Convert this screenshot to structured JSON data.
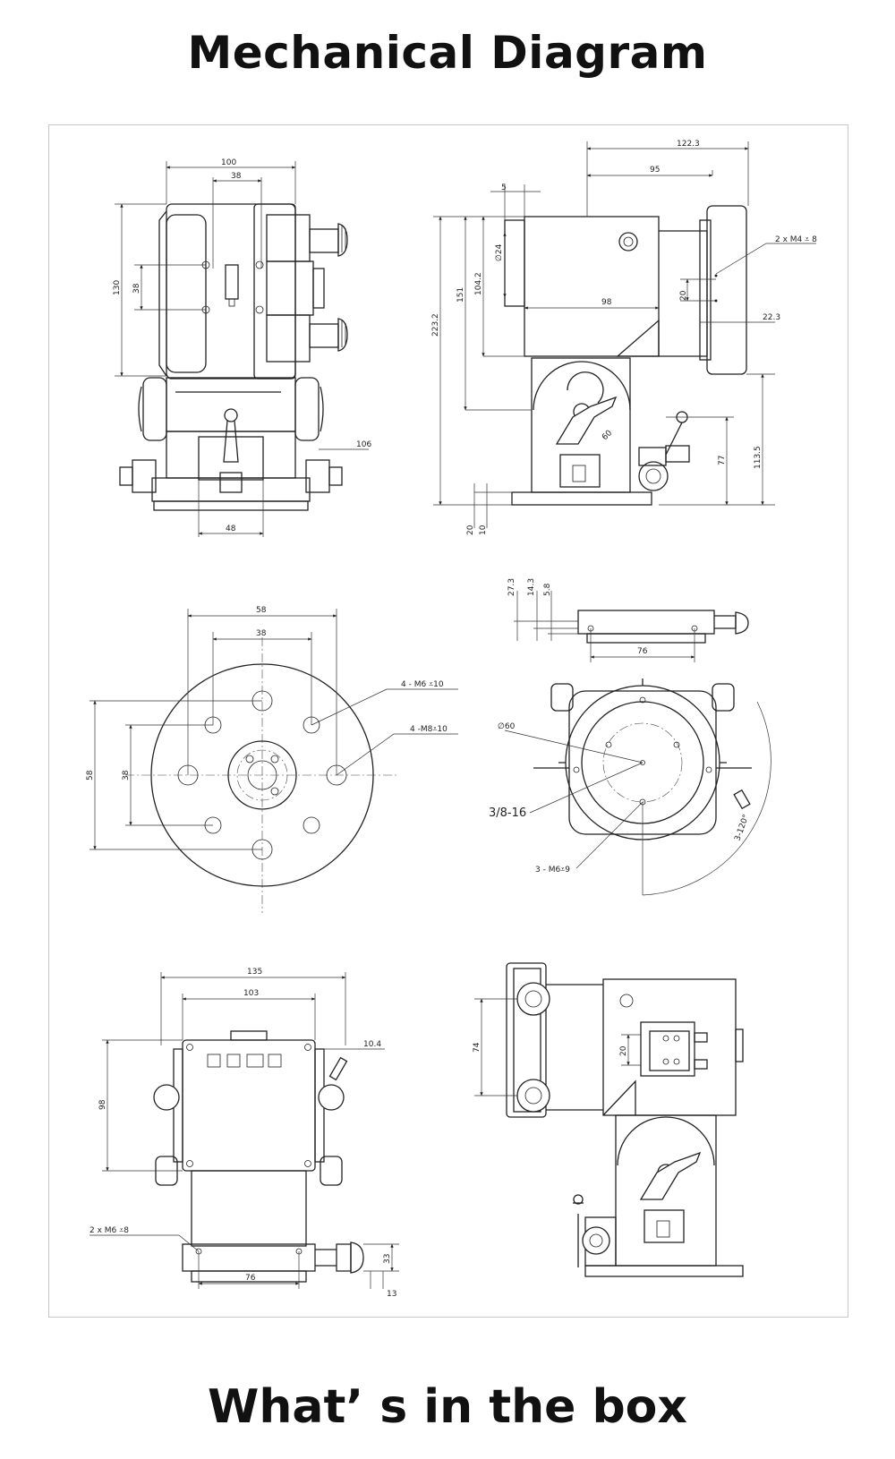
{
  "title": "Mechanical Diagram",
  "footer_title": "What’ s in the box",
  "views": {
    "front": {
      "dims": [
        "100",
        "38",
        "130",
        "38",
        "106",
        "48"
      ]
    },
    "side": {
      "dims": [
        "122.3",
        "95",
        "5",
        "∅24",
        "223.2",
        "151",
        "104.2",
        "98",
        "2 x  M4 ⩡ 8",
        "20",
        "22.3",
        "77",
        "113.5",
        "20",
        "10",
        "60"
      ]
    },
    "bottom": {
      "dims": [
        "58",
        "38",
        "4 - M6 ⩡10",
        "4 -M8⩡10",
        "58",
        "38"
      ]
    },
    "top": {
      "dims": [
        "27.3",
        "14.3",
        "5.8",
        "76",
        "∅60",
        "3/8-16",
        "3 - M6⩡9",
        "3-120°"
      ]
    },
    "rear": {
      "dims": [
        "135",
        "103",
        "10.4",
        "98",
        "2 x  M6 ⩡8",
        "33",
        "76",
        "13"
      ]
    },
    "iso": {
      "dims": [
        "74",
        "20"
      ]
    }
  }
}
